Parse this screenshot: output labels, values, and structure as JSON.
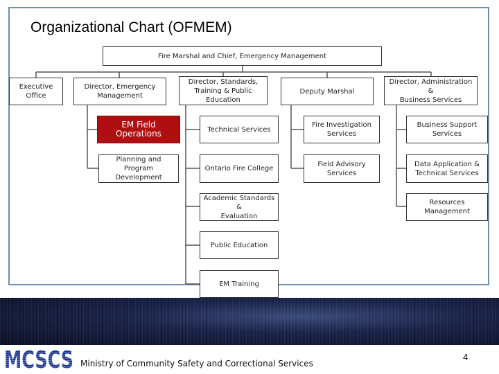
{
  "title": "Organizational Chart (OFMEM)",
  "org": {
    "root": "Fire Marshal and Chief, Emergency Management",
    "executive_office": "Executive\nOffice",
    "director_em": "Director, Emergency\nManagement",
    "em_field_operations": "EM Field Operations",
    "planning_program": "Planning and Program\nDevelopment",
    "director_standards": "Director, Standards,\nTraining & Public\nEducation",
    "technical_services": "Technical Services",
    "ontario_fire_college": "Ontario Fire College",
    "academic_standards": "Academic Standards &\nEvaluation",
    "public_education": "Public Education",
    "em_training": "EM Training",
    "deputy_marshal": "Deputy Marshal",
    "fire_investigation": "Fire Investigation\nServices",
    "field_advisory": "Field Advisory\nServices",
    "director_admin": "Director, Administration &\nBusiness Services",
    "business_support": "Business Support\nServices",
    "data_application": "Data Application &\nTechnical Services",
    "resources_management": "Resources\nManagement"
  },
  "colors": {
    "highlight": "#b00f12",
    "frame": "#6f8fb0",
    "logo_blue": "#1f3a8a"
  },
  "footer": {
    "logo_text": "MCSCS",
    "ministry": "Ministry of Community Safety and Correctional Services",
    "page_number": "4"
  }
}
